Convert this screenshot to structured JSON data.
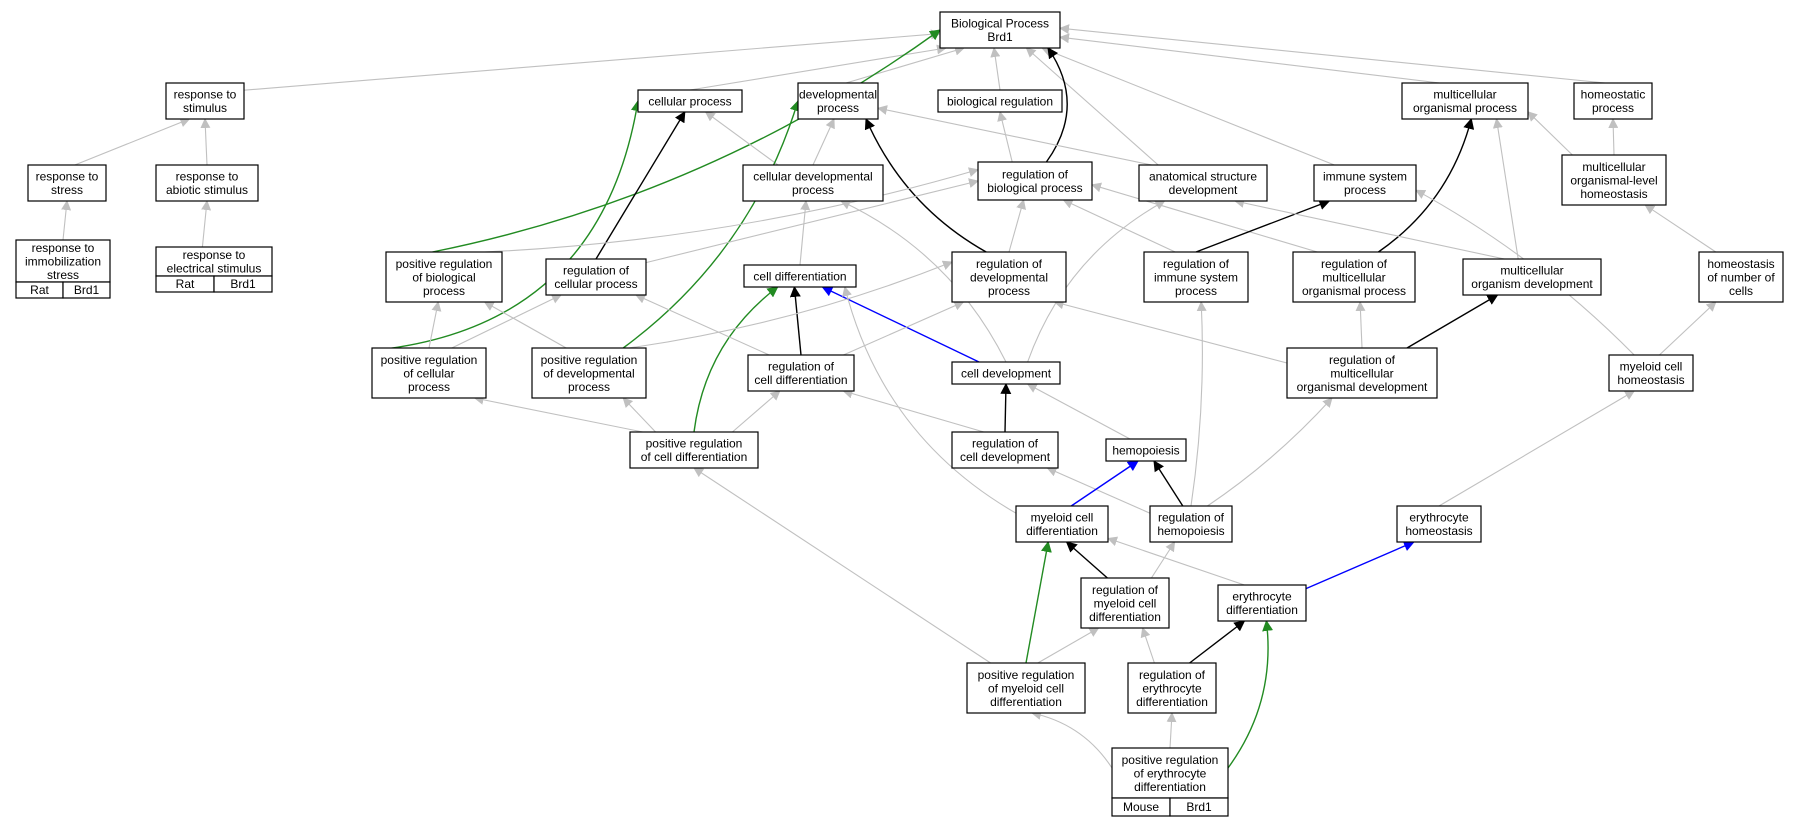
{
  "colors": {
    "gray": "#c0c0c0",
    "black": "#000000",
    "green": "#228b22",
    "blue": "#0000ff",
    "tag_yellow": "#ffd700",
    "tag_blue": "#add8e6"
  },
  "nodes": {
    "bp": {
      "lines": [
        "Biological Process",
        "Brd1"
      ]
    },
    "rts": {
      "lines": [
        "response to",
        "stimulus"
      ]
    },
    "cp": {
      "lines": [
        "cellular process"
      ]
    },
    "dp": {
      "lines": [
        "developmental",
        "process"
      ]
    },
    "br": {
      "lines": [
        "biological regulation"
      ]
    },
    "mop": {
      "lines": [
        "multicellular",
        "organismal process"
      ]
    },
    "hp": {
      "lines": [
        "homeostatic",
        "process"
      ]
    },
    "rtst": {
      "lines": [
        "response to",
        "stress"
      ]
    },
    "ras": {
      "lines": [
        "response to",
        "abiotic stimulus"
      ]
    },
    "cdp": {
      "lines": [
        "cellular developmental",
        "process"
      ]
    },
    "rbp": {
      "lines": [
        "regulation of",
        "biological process"
      ]
    },
    "asd": {
      "lines": [
        "anatomical structure",
        "development"
      ]
    },
    "isp": {
      "lines": [
        "immune system",
        "process"
      ]
    },
    "molh": {
      "lines": [
        "multicellular",
        "organismal-level",
        "homeostasis"
      ]
    },
    "rtis": {
      "lines": [
        "response to",
        "immobilization",
        "stress"
      ],
      "tags": [
        "Rat",
        "Brd1"
      ]
    },
    "rtes": {
      "lines": [
        "response to",
        "electrical stimulus"
      ],
      "tags": [
        "Rat",
        "Brd1"
      ]
    },
    "prbp": {
      "lines": [
        "positive regulation",
        "of biological",
        "process"
      ]
    },
    "rcp": {
      "lines": [
        "regulation of",
        "cellular process"
      ]
    },
    "cd": {
      "lines": [
        "cell differentiation"
      ]
    },
    "rdp": {
      "lines": [
        "regulation of",
        "developmental",
        "process"
      ]
    },
    "risp": {
      "lines": [
        "regulation of",
        "immune system",
        "process"
      ]
    },
    "rmop": {
      "lines": [
        "regulation of",
        "multicellular",
        "organismal process"
      ]
    },
    "mod": {
      "lines": [
        "multicellular",
        "organism development"
      ]
    },
    "hnc": {
      "lines": [
        "homeostasis",
        "of number of",
        "cells"
      ]
    },
    "prcp": {
      "lines": [
        "positive regulation",
        "of cellular",
        "process"
      ]
    },
    "prdp": {
      "lines": [
        "positive regulation",
        "of developmental",
        "process"
      ]
    },
    "rcd": {
      "lines": [
        "regulation of",
        "cell differentiation"
      ]
    },
    "cdev": {
      "lines": [
        "cell development"
      ]
    },
    "rmod": {
      "lines": [
        "regulation of",
        "multicellular",
        "organismal development"
      ]
    },
    "mch": {
      "lines": [
        "myeloid cell",
        "homeostasis"
      ]
    },
    "prcd": {
      "lines": [
        "positive regulation",
        "of cell differentiation"
      ]
    },
    "rcdev": {
      "lines": [
        "regulation of",
        "cell development"
      ]
    },
    "hemo": {
      "lines": [
        "hemopoiesis"
      ]
    },
    "mcd": {
      "lines": [
        "myeloid cell",
        "differentiation"
      ]
    },
    "rhemo": {
      "lines": [
        "regulation of",
        "hemopoiesis"
      ]
    },
    "eh": {
      "lines": [
        "erythrocyte",
        "homeostasis"
      ]
    },
    "rmcd": {
      "lines": [
        "regulation of",
        "myeloid cell",
        "differentiation"
      ]
    },
    "ed": {
      "lines": [
        "erythrocyte",
        "differentiation"
      ]
    },
    "prmcd": {
      "lines": [
        "positive regulation",
        "of myeloid cell",
        "differentiation"
      ]
    },
    "red": {
      "lines": [
        "regulation of",
        "erythrocyte",
        "differentiation"
      ]
    },
    "pred": {
      "lines": [
        "positive regulation",
        "of erythrocyte",
        "differentiation"
      ],
      "tags": [
        "Mouse",
        "Brd1"
      ]
    }
  }
}
